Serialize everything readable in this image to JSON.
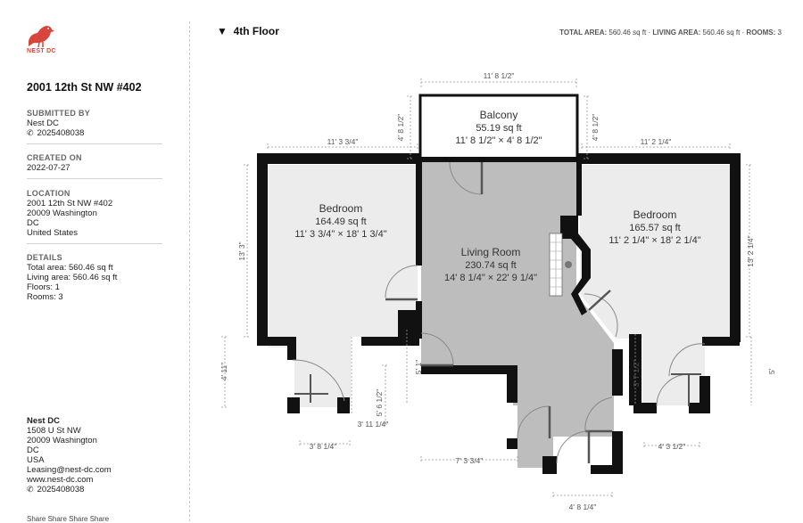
{
  "brand": {
    "logo_text": "NEST DC",
    "accent": "#d8453a"
  },
  "property": {
    "address": "2001 12th St NW #402"
  },
  "submitted": {
    "heading": "SUBMITTED BY",
    "name": "Nest DC",
    "phone": "2025408038"
  },
  "created": {
    "heading": "CREATED ON",
    "date": "2022-07-27"
  },
  "location": {
    "heading": "LOCATION",
    "line1": "2001 12th St NW #402",
    "line2": "20009 Washington",
    "line3": "DC",
    "line4": "United States"
  },
  "details": {
    "heading": "DETAILS",
    "total": "Total area: 560.46 sq ft",
    "living": "Living area: 560.46 sq ft",
    "floors": "Floors: 1",
    "rooms": "Rooms: 3"
  },
  "footer": {
    "name": "Nest DC",
    "line1": "1508 U St NW",
    "line2": "20009 Washington",
    "line3": "DC",
    "line4": "USA",
    "email": "Leasing@nest-dc.com",
    "web": "www.nest-dc.com",
    "phone": "2025408038"
  },
  "header": {
    "floor": "4th Floor",
    "total_label": "TOTAL AREA:",
    "total_value": "560.46 sq ft",
    "living_label": "LIVING AREA:",
    "living_value": "560.46 sq ft",
    "rooms_label": "ROOMS:",
    "rooms_value": "3"
  },
  "rooms": {
    "balcony": {
      "name": "Balcony",
      "area": "55.19 sq ft",
      "dims": "11' 8 1/2\" × 4' 8 1/2\""
    },
    "bedroom_left": {
      "name": "Bedroom",
      "area": "164.49 sq ft",
      "dims": "11' 3 3/4\" × 18' 1 3/4\""
    },
    "living": {
      "name": "Living Room",
      "area": "230.74 sq ft",
      "dims": "14' 8 1/4\" × 22' 9 1/4\""
    },
    "bedroom_right": {
      "name": "Bedroom",
      "area": "165.57 sq ft",
      "dims": "11' 2 1/4\" × 18' 2 1/4\""
    }
  },
  "dimensions": {
    "balcony_width": "11' 8 1/2\"",
    "balcony_depth_left": "4' 8 1/2\"",
    "balcony_depth_right": "4' 8 1/2\"",
    "bed_left_width": "11' 3 3/4\"",
    "bed_right_width": "11' 2 1/4\"",
    "bed_left_height": "13' 3\"",
    "bed_right_height": "13' 2 1/4\"",
    "closet_left_height": "4' 11\"",
    "closet_left_width": "3' 8 1/4\"",
    "mid_1": "3' 11 1/4\"",
    "mid_2": "5' 6 1/2\"",
    "mid_3": "5' 1\"",
    "corridor_width": "7' 3 3/4\"",
    "entry_width": "4' 8 1/4\"",
    "right_closet_1": "3' 7 1/2\"",
    "right_closet_width": "4' 3 1/2\"",
    "right_closet_height": "5'"
  },
  "cut_text": "Share  Share  Share  Share"
}
